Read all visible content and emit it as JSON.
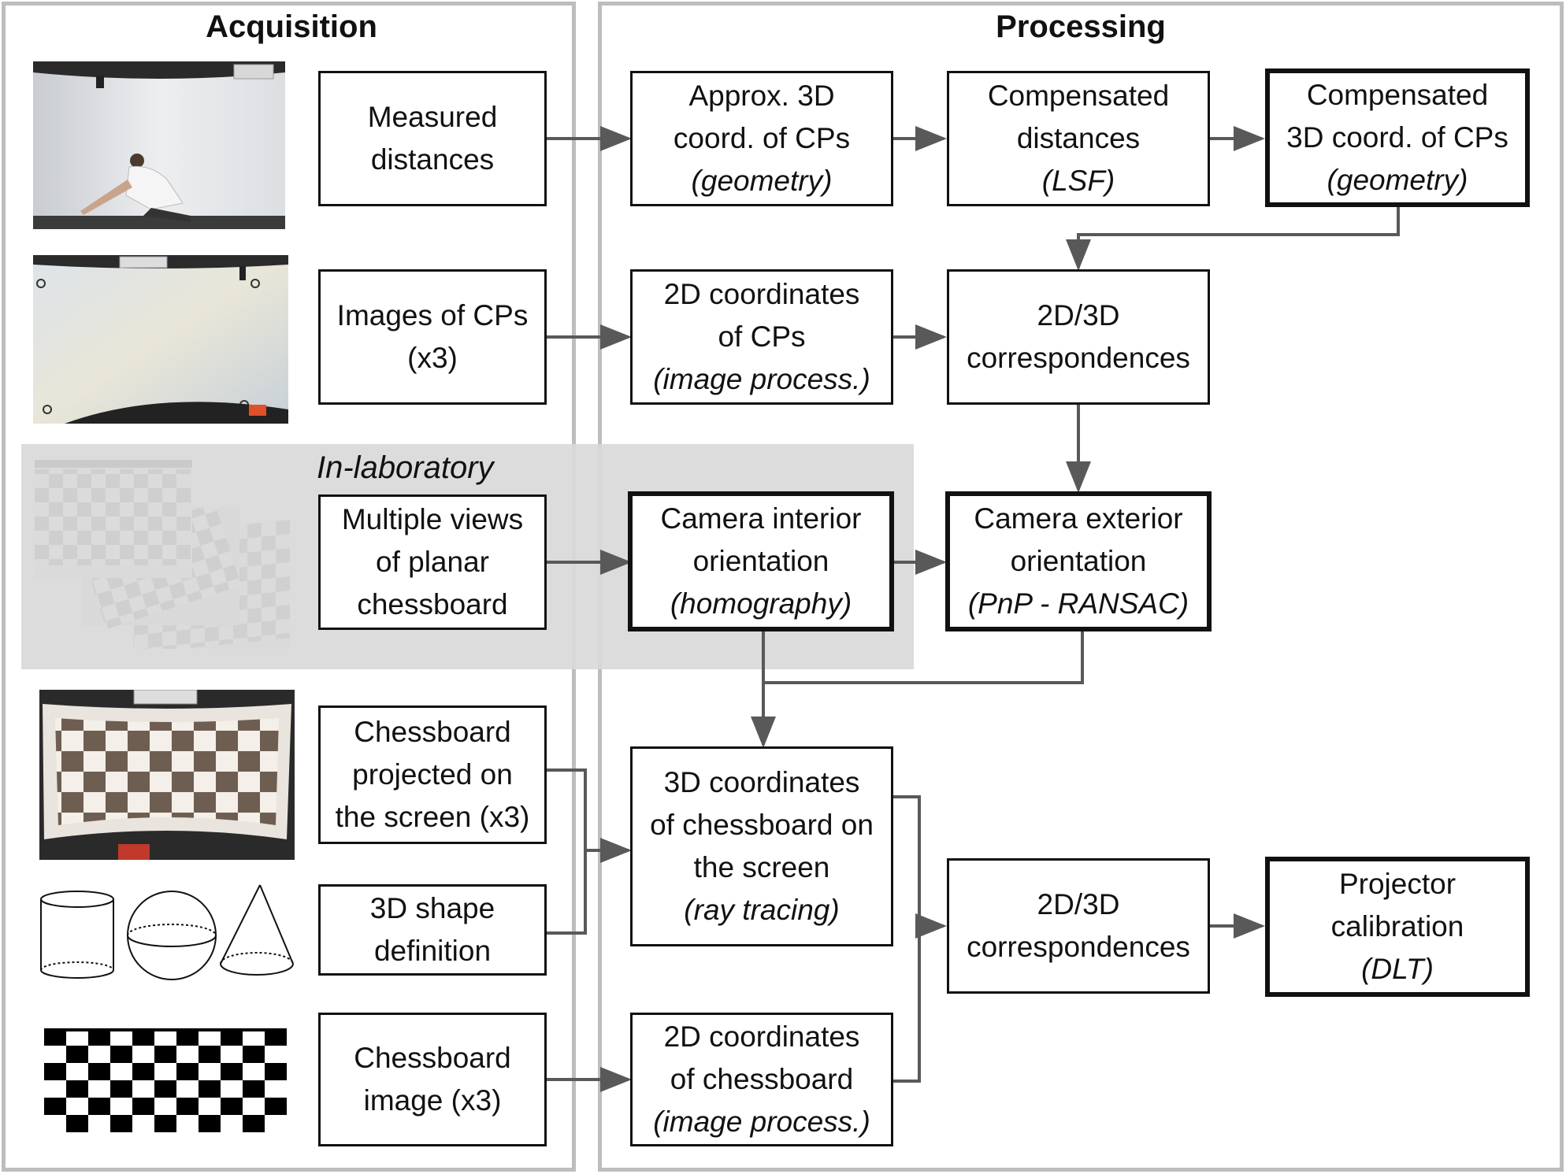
{
  "panels": {
    "acquisition": "Acquisition",
    "processing": "Processing",
    "in_lab": "In-laboratory"
  },
  "acq": {
    "measured": [
      "Measured",
      "distances"
    ],
    "images_cps": [
      "Images of CPs",
      "(x3)"
    ],
    "multiple_views": [
      "Multiple views",
      "of planar",
      "chessboard"
    ],
    "chess_projected": [
      "Chessboard",
      "projected on",
      "the screen (x3)"
    ],
    "shape_def": [
      "3D shape",
      "definition"
    ],
    "chess_image": [
      "Chessboard",
      "image (x3)"
    ]
  },
  "proc": {
    "approx3d": [
      "Approx. 3D",
      "coord. of CPs",
      "(geometry)"
    ],
    "comp_dist": [
      "Compensated",
      "distances",
      "(LSF)"
    ],
    "comp3d": [
      "Compensated",
      "3D coord. of CPs",
      "(geometry)"
    ],
    "coords2d_cps": [
      "2D coordinates",
      "of CPs",
      "(image process.)"
    ],
    "corr1": [
      "2D/3D",
      "correspondences"
    ],
    "cam_int": [
      "Camera interior",
      "orientation",
      "(homography)"
    ],
    "cam_ext": [
      "Camera exterior",
      "orientation",
      "(PnP - RANSAC)"
    ],
    "coords3d_chess": [
      "3D coordinates",
      "of chessboard on",
      "the screen",
      "(ray tracing)"
    ],
    "corr2": [
      "2D/3D",
      "correspondences"
    ],
    "proj_cal": [
      "Projector",
      "calibration",
      "(DLT)"
    ],
    "coords2d_chess": [
      "2D coordinates",
      "of chessboard",
      "(image process.)"
    ]
  },
  "colors": {
    "panel_border": "#bdbdbd",
    "arrow": "#595959",
    "lab_band": "#d9d9d9"
  }
}
